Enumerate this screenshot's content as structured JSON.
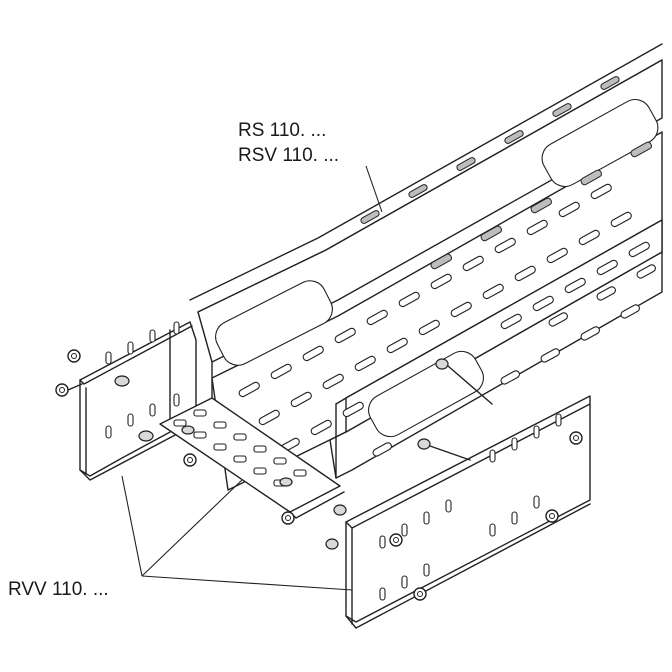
{
  "labels": {
    "rs": "RS 110. ...",
    "rsv": "RSV 110. ...",
    "rvv": "RVV 110. ..."
  }
}
